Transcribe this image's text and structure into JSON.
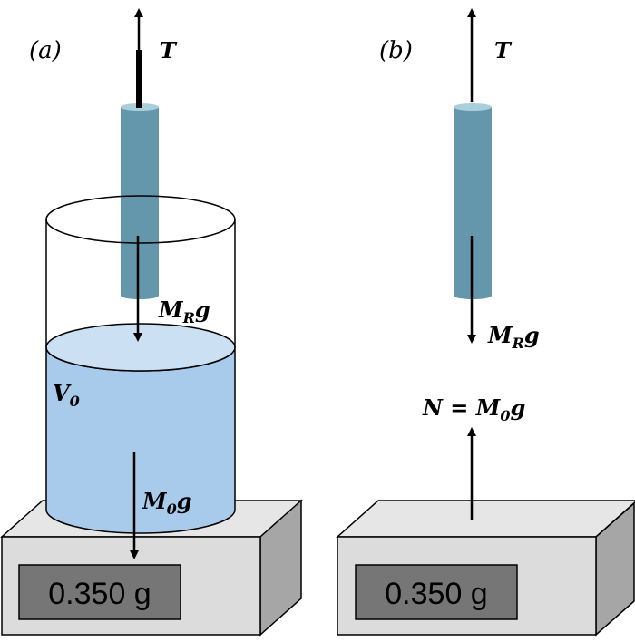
{
  "panels": {
    "a": {
      "label": "(a)",
      "tension_label": "T",
      "rod_weight_label": {
        "main": "M",
        "sub": "R",
        "tail": "g"
      },
      "volume_label": {
        "main": "V",
        "sub": "0"
      },
      "water_weight_label": {
        "main": "M",
        "sub": "0",
        "tail": "g"
      },
      "scale_reading": "0.350 g"
    },
    "b": {
      "label": "(b)",
      "tension_label": "T",
      "rod_weight_label": {
        "main": "M",
        "sub": "R",
        "tail": "g"
      },
      "normal_label": {
        "prefix": "N = M",
        "sub": "0",
        "tail": "g"
      },
      "scale_reading": "0.350 g"
    }
  },
  "colors": {
    "rod": "#6497ab",
    "rod_top": "#a9cfdc",
    "water": "#a9cbeb",
    "water_top": "#cce0f4",
    "scale_front": "#dcdcdc",
    "scale_top": "#e6e6e6",
    "scale_side": "#a6a6a6",
    "display": "#767676"
  }
}
